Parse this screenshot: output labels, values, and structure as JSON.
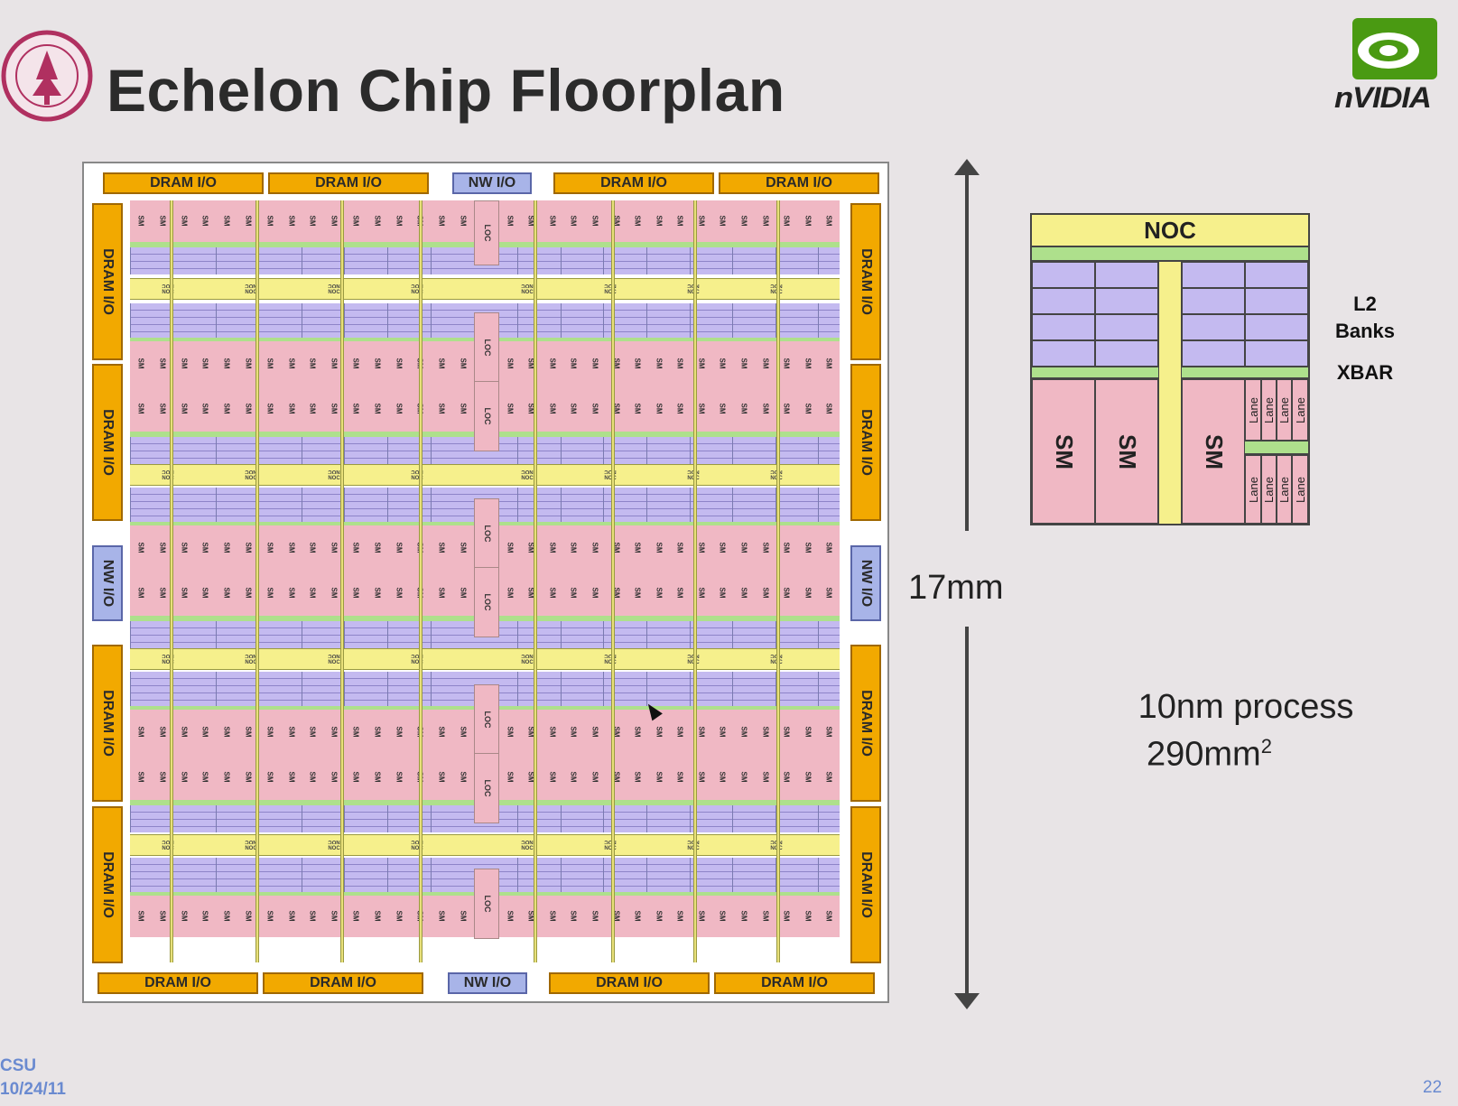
{
  "slide": {
    "title": "Echelon Chip Floorplan",
    "logo_text": "nVIDIA",
    "footer_line1": "CSU",
    "footer_line2": "10/24/11",
    "page_number": "22"
  },
  "chip": {
    "top_io": [
      "DRAM I/O",
      "DRAM I/O",
      "NW I/O",
      "DRAM I/O",
      "DRAM I/O"
    ],
    "bottom_io": [
      "DRAM I/O",
      "DRAM I/O",
      "NW I/O",
      "DRAM I/O",
      "DRAM I/O"
    ],
    "left_io": [
      "DRAM I/O",
      "DRAM I/O",
      "NW I/O",
      "DRAM I/O",
      "DRAM I/O"
    ],
    "right_io": [
      "DRAM I/O",
      "DRAM I/O",
      "NW I/O",
      "DRAM I/O",
      "DRAM I/O"
    ],
    "sm_label": "SM",
    "loc_label": "LOC",
    "noc_label": "NOC"
  },
  "dimension": {
    "label": "17mm"
  },
  "detail": {
    "noc": "NOC",
    "sm": "SM",
    "lane": "Lane",
    "l2_line1": "L2",
    "l2_line2": "Banks",
    "xbar": "XBAR"
  },
  "specs": {
    "process": "10nm process",
    "area_value": "290mm",
    "area_exp": "2"
  },
  "colors": {
    "sm": "#f0b8c4",
    "l2": "#c4baf0",
    "noc": "#f6f08c",
    "xbar": "#aee08c",
    "dram_io": "#f2a900",
    "nw_io": "#a8b4e8"
  }
}
